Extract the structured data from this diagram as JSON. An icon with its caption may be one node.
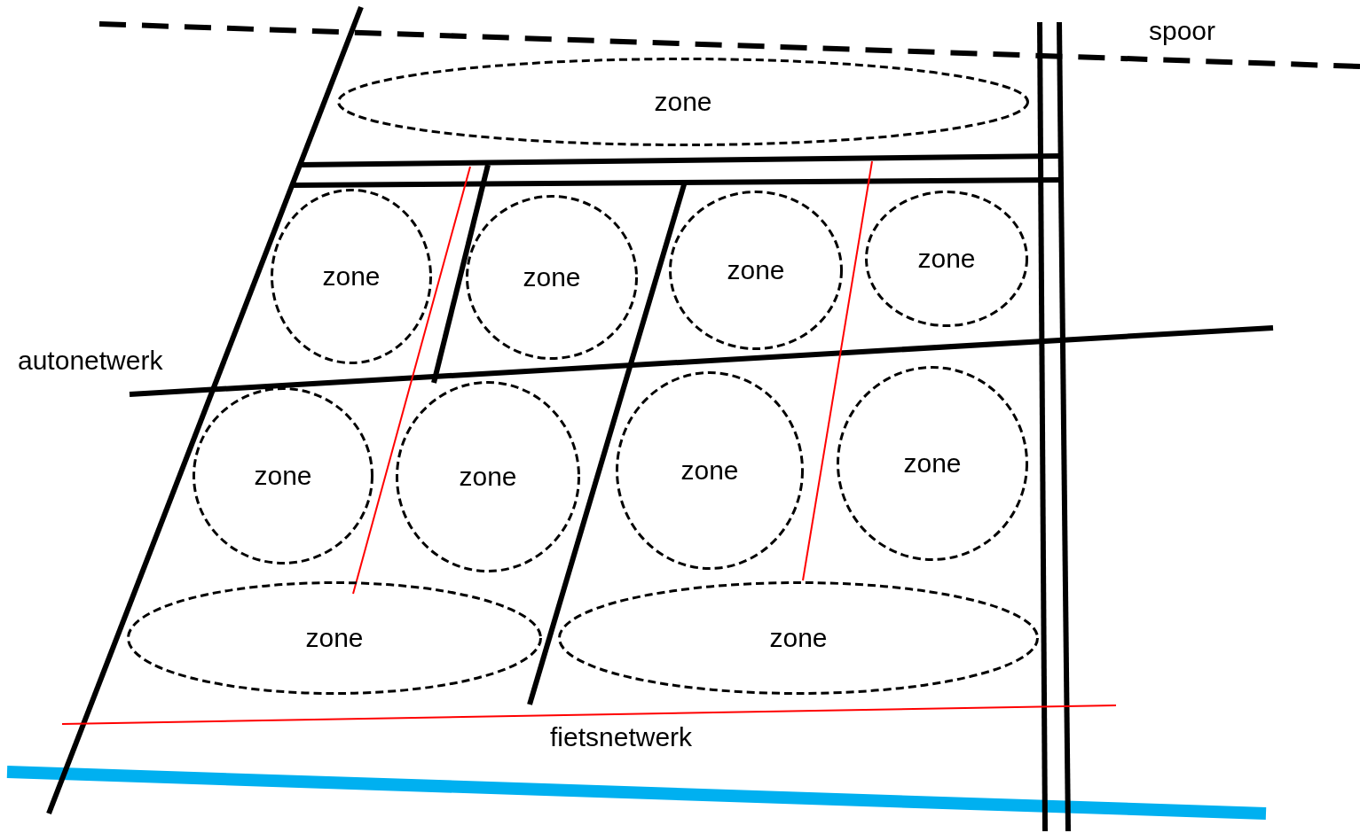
{
  "diagram": {
    "nodes": [
      {
        "text": [
          "zone"
        ]
      },
      {
        "text": [
          "zone"
        ]
      },
      {
        "text": [
          "zone"
        ]
      },
      {
        "text": [
          "zone"
        ]
      },
      {
        "text": [
          "zone"
        ]
      },
      {
        "text": [
          "zone"
        ]
      },
      {
        "text": [
          "zone"
        ]
      },
      {
        "text": [
          "zone"
        ]
      },
      {
        "text": [
          "zone"
        ]
      },
      {
        "text": [
          "zone"
        ]
      },
      {
        "text": [
          "zone"
        ]
      }
    ],
    "edges": [],
    "labels": [
      "spoor",
      "autonetwerk",
      "fietsnetwerk"
    ]
  }
}
